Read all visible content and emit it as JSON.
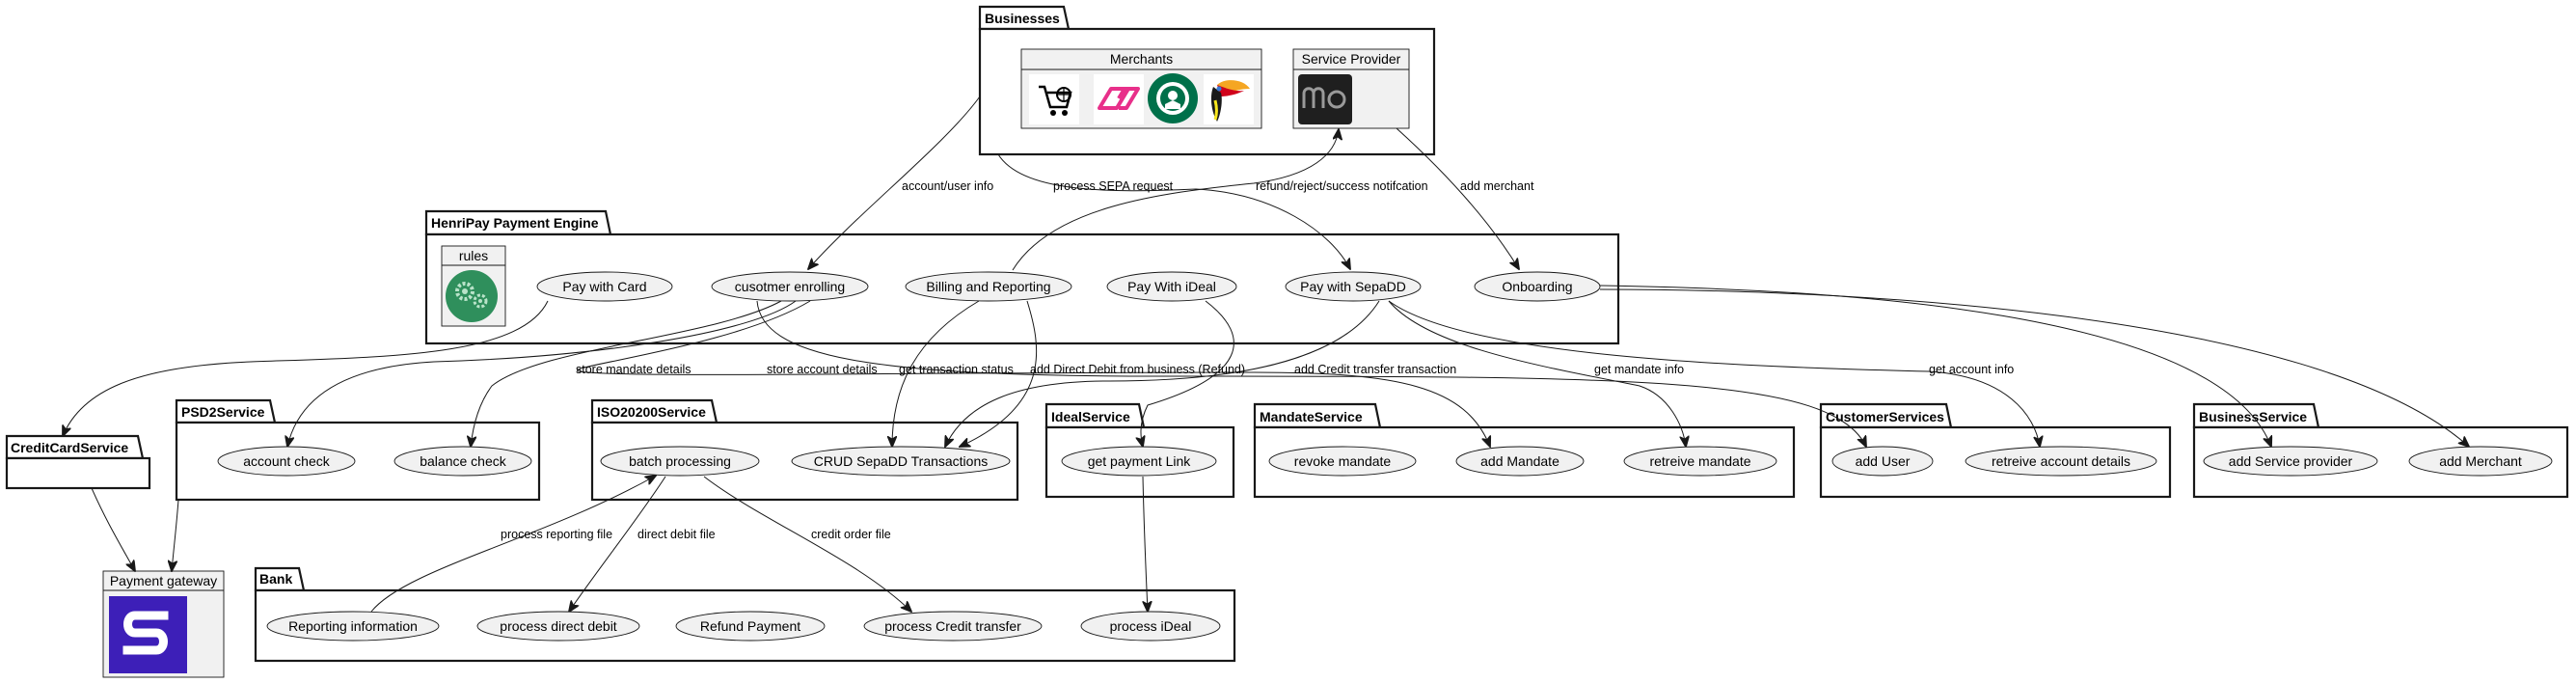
{
  "packages": {
    "businesses": "Businesses",
    "engine": "HenriPay Payment Engine",
    "psd2": "PSD2Service",
    "iso": "ISO20200Service",
    "ideal": "IdealService",
    "mandate": "MandateService",
    "customer": "CustomerServices",
    "business": "BusinessService",
    "creditcard": "CreditCardService",
    "bank": "Bank"
  },
  "boxes": {
    "merchants": "Merchants",
    "service_provider": "Service Provider",
    "rules": "rules",
    "payment_gateway": "Payment gateway"
  },
  "usecases": {
    "pay_card": "Pay with Card",
    "enrolling": "cusotmer enrolling",
    "billing": "Billing and Reporting",
    "pay_ideal": "Pay With iDeal",
    "pay_sepadd": "Pay with SepaDD",
    "onboarding": "Onboarding",
    "account_check": "account check",
    "balance_check": "balance check",
    "batch_processing": "batch processing",
    "crud_sepadd": "CRUD SepaDD Transactions",
    "get_payment_link": "get payment Link",
    "revoke_mandate": "revoke mandate",
    "add_mandate": "add Mandate",
    "retreive_mandate": "retreive mandate",
    "add_user": "add User",
    "retreive_account": "retreive account details",
    "add_service_provider": "add Service provider",
    "add_merchant": "add Merchant",
    "reporting_info": "Reporting information",
    "process_direct_debit": "process direct debit",
    "refund_payment": "Refund Payment",
    "process_credit_transfer": "process Credit transfer",
    "process_ideal": "process iDeal"
  },
  "edges": {
    "account_user_info": "account/user info",
    "process_sepa_request": "process SEPA request",
    "refund_notification": "refund/reject/success notifcation",
    "add_merchant": "add merchant",
    "store_mandate_details": "store mandate details",
    "store_account_details": "store account details",
    "get_transaction_status": "get transaction status",
    "add_direct_debit": "add Direct Debit from business (Refund)",
    "add_credit_transfer": "add Credit transfer transaction",
    "get_mandate_info": "get mandate info",
    "get_account_info": "get account info",
    "process_reporting_file": "process reporting file",
    "direct_debit_file": "direct debit file",
    "credit_order_file": "credit order file"
  },
  "icons": {
    "merchants": [
      "shopping-cart-logo-icon",
      "pink-link-logo-icon",
      "starbucks-logo-icon",
      "toucan-logo-icon"
    ],
    "service_provider": "mo-logo-icon",
    "rules": "gears-logo-icon",
    "payment_gateway": "stripe-logo-icon"
  },
  "colors": {
    "stroke": "#181818",
    "usecase_fill": "#f1f1f1",
    "stripe": "#3d1fb8",
    "rules_green": "#2f8f5c",
    "starbucks": "#00704a",
    "pink": "#e8308a"
  }
}
